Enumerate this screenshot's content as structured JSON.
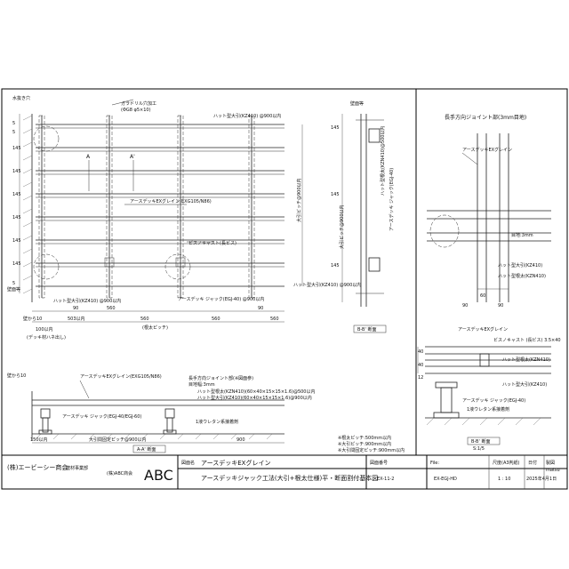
{
  "plan": {
    "label_mizu_tore": "水抜き穴",
    "label_drill_hole": "ガラドリル穴加工",
    "label_drill_hole_size": "(ΦG8 φ5×10)",
    "label_earthdeck_grain": "アースデッキEXグレイン(EXG105/N86)",
    "label_nekoyotsugi_pitch": "(根太ピッチ)",
    "label_obiki_pitch": "大引ピッチ@900以内",
    "label_hat_bracket_top": "ハット型大引(KZ410) @900以内",
    "label_hat_bracket_mid": "ハット型大引(KZ410) @900以内",
    "label_jack": "アースデッキ ジャック(EGJ-40) @900以内",
    "label_wall_left": "壁面等",
    "label_wall_bottom": "壁面等",
    "label_wall_gap": "壁から10",
    "label_deck_end": "(デッキ材ハネ出し)",
    "label_deck_end_dim": "100以内",
    "label_screw": "ビスノキャスト(長ビス)",
    "label_A": "A",
    "label_A_prime": "A'",
    "dim_top": [
      "5",
      "5",
      "145",
      "145",
      "145",
      "145",
      "145",
      "145",
      "5"
    ],
    "dim_bottom": [
      "90",
      "560",
      "560",
      "560",
      "560",
      "90"
    ],
    "dim_bottom_total": "503以内"
  },
  "section_aa": {
    "label_earthdeck": "アースデッキEXグレイン(EXG105/N86)",
    "label_joint": "長手方向ジョイント部(※図面参)",
    "label_joint_gap": "目地幅:3mm",
    "label_hat1": "ハット型根太(KZN410)(60×40×15×15×1.6)@500以内",
    "label_hat2": "ハット型大引(KZ410)(60×40×15×15×1.6)@900以内",
    "label_jack": "アースデッキ ジャック(EGJ-40/EGJ-60)",
    "label_urethane": "1液ウレタン系接着剤",
    "label_wall": "壁から10",
    "label_150": "150以内",
    "label_obiki": "大引間固定ピッチ@900以内",
    "label_900": "900",
    "note1": "※根太ピッチ:500mm以内",
    "note2": "※大引ピッチ:900mm以内",
    "note3": "※大引間固定ピッチ:900mm以内",
    "tag": "A-A' 断面"
  },
  "section_vertical": {
    "label_top": "壁面等",
    "label_hat": "ハット型根太(KZN410)@500以内",
    "label_pitch": "大引ピッチ@900以内",
    "label_jack": "アースデッキ ジャック(EGJ-40)",
    "tag": "B-B' 断面",
    "dims": [
      "145",
      "145",
      "145"
    ]
  },
  "joint_detail": {
    "title": "長手方向ジョイント部(3mm目地)",
    "label_deck": "アースデッキEXグレイン",
    "label_gap": "目地:3mm",
    "label_hat": "ハット型大引(KZ410)",
    "label_hat2": "ハット型根太(KZN410)",
    "dims": [
      "60",
      "90",
      "90"
    ]
  },
  "detail_bb": {
    "label_deck": "アースデッキEXグレイン",
    "label_screw": "ビスノキャスト (長ビス) 3.5×40",
    "label_hat": "ハット型根太(KZN410)",
    "label_hat2": "ハット型大引(KZ410)",
    "label_jack": "アースデッキ ジャック(EGJ-40)",
    "label_urethane": "1液ウレタン系接着剤",
    "tag": "B-B' 断面",
    "scale": "S:1/5",
    "dims": [
      "40",
      "40",
      "12"
    ]
  },
  "title_block": {
    "company": "(株)エービーシー商会",
    "department": "建材事業部",
    "logo_text": "ABC",
    "logo_sub": "(株)ABC商会",
    "drawing_name_label": "図面名",
    "drawing_name_1": "アースデッキEXグレイン",
    "drawing_name_2": "アースデッキジャック工法(大引+根太仕様)平・断面割付基本図",
    "drawing_no_label": "図面番号",
    "drawing_no": "EX-11-2",
    "file_label": "File:",
    "file_value": "EX-EGJ-HD",
    "scale_label": "尺度(A3判紙)",
    "scale_value": "1 : 10",
    "date_label": "日付",
    "date_value": "2025年4月1日",
    "drawn_label": "製図",
    "drawn_value": "matsu"
  }
}
